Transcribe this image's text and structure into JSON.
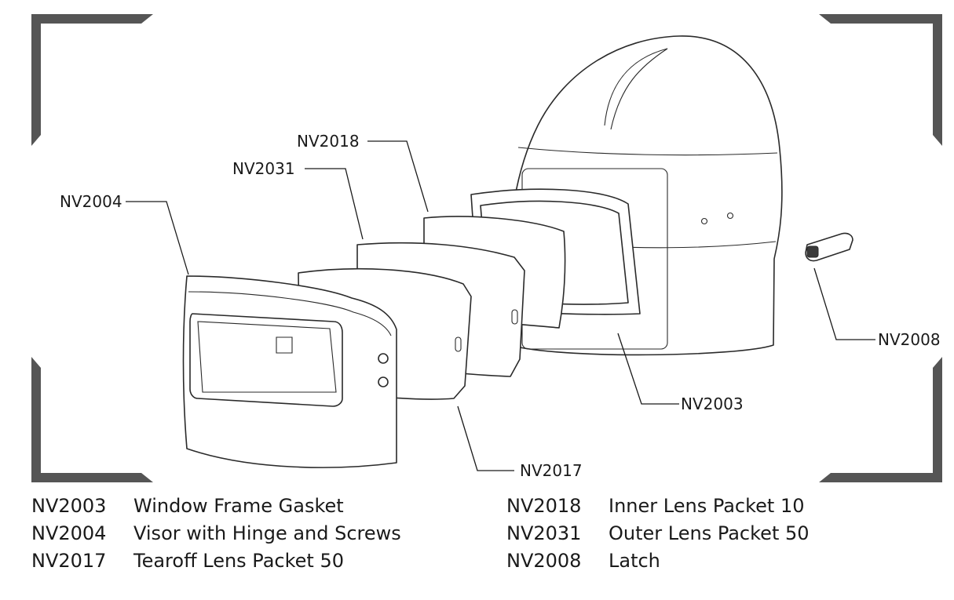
{
  "colors": {
    "highlight_lens": "#a8d5b0",
    "line": "#2a2a2a",
    "bracket": "#555555"
  },
  "callouts": {
    "nv2018": "NV2018",
    "nv2031": "NV2031",
    "nv2004": "NV2004",
    "nv2008": "NV2008",
    "nv2003": "NV2003",
    "nv2017": "NV2017"
  },
  "legend": {
    "left": [
      {
        "code": "NV2003",
        "description": "Window Frame Gasket"
      },
      {
        "code": "NV2004",
        "description": "Visor with Hinge and Screws"
      },
      {
        "code": "NV2017",
        "description": "Tearoff Lens Packet 50"
      }
    ],
    "right": [
      {
        "code": "NV2018",
        "description": "Inner Lens Packet 10"
      },
      {
        "code": "NV2031",
        "description": "Outer Lens Packet 50"
      },
      {
        "code": "NV2008",
        "description": "Latch"
      }
    ]
  }
}
